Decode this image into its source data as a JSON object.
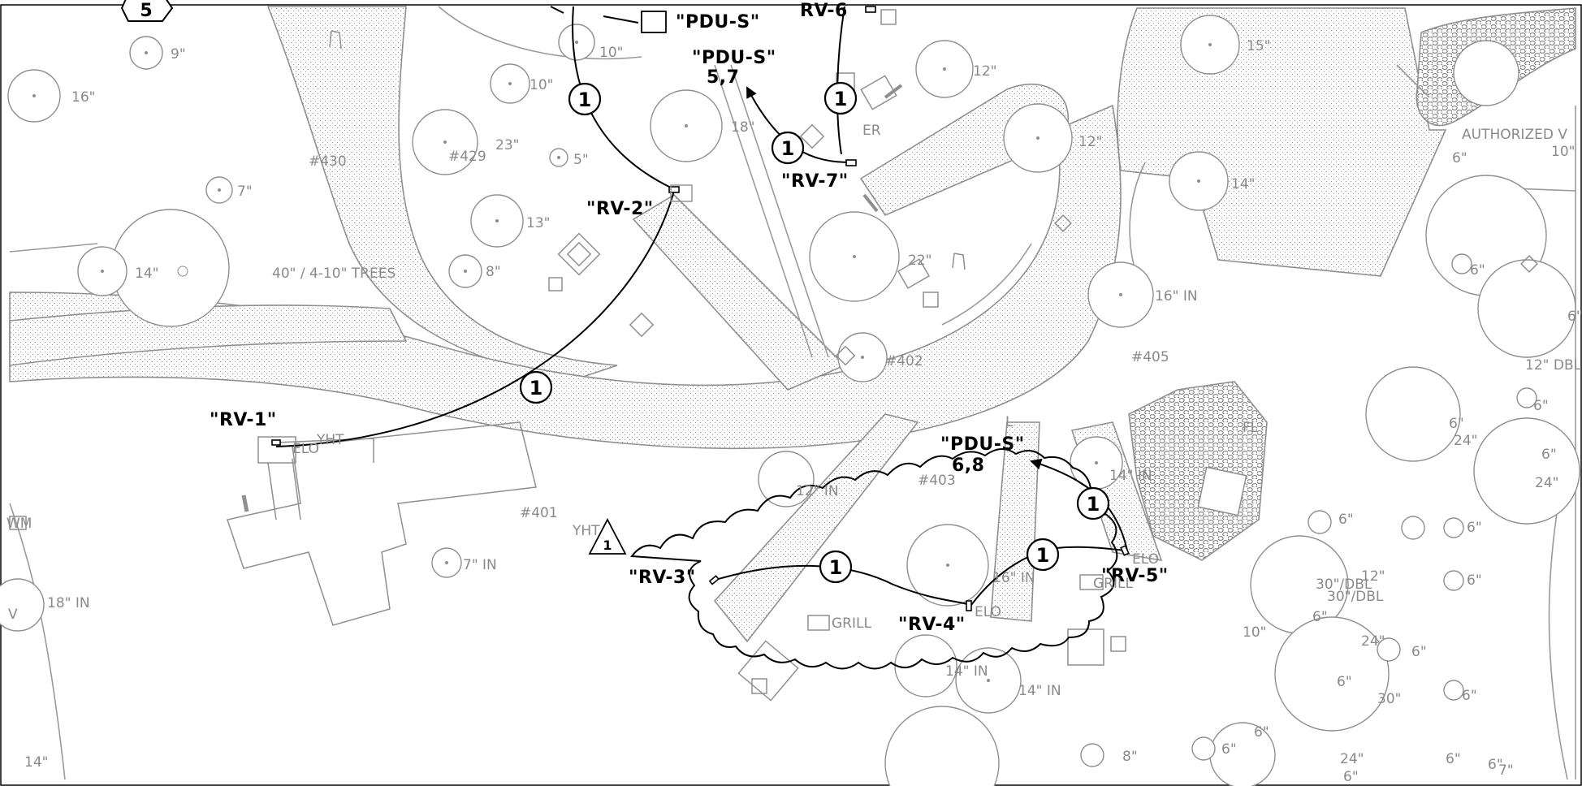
{
  "equipment_labels": {
    "pdu_top": "\"PDU-S\"",
    "pdu_mid": "\"PDU-S\"",
    "pdu_mid_ckt": "5,7",
    "pdu_low": "\"PDU-S\"",
    "pdu_low_ckt": "6,8",
    "rv1": "\"RV-1\"",
    "rv2": "\"RV-2\"",
    "rv3": "\"RV-3\"",
    "rv4": "\"RV-4\"",
    "rv5": "\"RV-5\"",
    "rv6": "RV-6",
    "rv7": "\"RV-7\""
  },
  "keynote_tag": "1",
  "revision_delta": "1",
  "sheet_marker": "5",
  "tree_labels": {
    "t1": "9\"",
    "t2": "16\"",
    "t3": "10\"",
    "t4": "10\"",
    "t5": "23\"",
    "t6": "5\"",
    "t7": "#429",
    "t8": "#430",
    "t9": "7\"",
    "t10": "13\"",
    "t11": "14\"",
    "t12": "40\" / 4-10\" TREES",
    "t13": "8\"",
    "t14": "18\"",
    "t15": "12\"",
    "t16": "15\"",
    "t17": "12\"",
    "t18": "14\"",
    "t19": "22\"",
    "t20": "16\" IN",
    "t21": "#402",
    "t22": "#405",
    "t23": "AUTHORIZED V",
    "t24": "6\"",
    "t25": "10\"",
    "t26": "6\"",
    "t27": "6\"",
    "t28": "12\" DBL",
    "t29": "6\"",
    "t30": "24\"",
    "t31": "6\"",
    "t32": "24\"",
    "t33": "6\"",
    "t34": "14\" IN",
    "t35": "#403",
    "t36": "12\" IN",
    "t37": "#401",
    "t38": "YHT",
    "t39": "YHT",
    "t40": "7\" IN",
    "t41": "18\" IN",
    "t42": "16\" IN",
    "t43": "GRILL",
    "t44": "GRILL",
    "t45": "ELO",
    "t46": "ELO",
    "t47": "ELO",
    "t48": "12\"",
    "t49": "30\"/DBL",
    "t50": "30\"/DBL",
    "t51": "6\"",
    "t52": "10\"",
    "t53": "24\"",
    "t54": "6\"",
    "t55": "6\"",
    "t56": "30\"",
    "t57": "6\"",
    "t58": "14\" IN",
    "t59": "14\" IN",
    "t60": "8\"",
    "t61": "6\"",
    "t62": "6\"",
    "t63": "24\"",
    "t64": "6\"",
    "t65": "6\"",
    "t66": "14\"",
    "t67": "6\"",
    "t68": "6\"",
    "t69": "6\"",
    "t70": "6\"",
    "t71": "7\"",
    "t72": "FL",
    "t73": "ER",
    "t74": "WM",
    "t75": "V",
    "t76": "L"
  }
}
